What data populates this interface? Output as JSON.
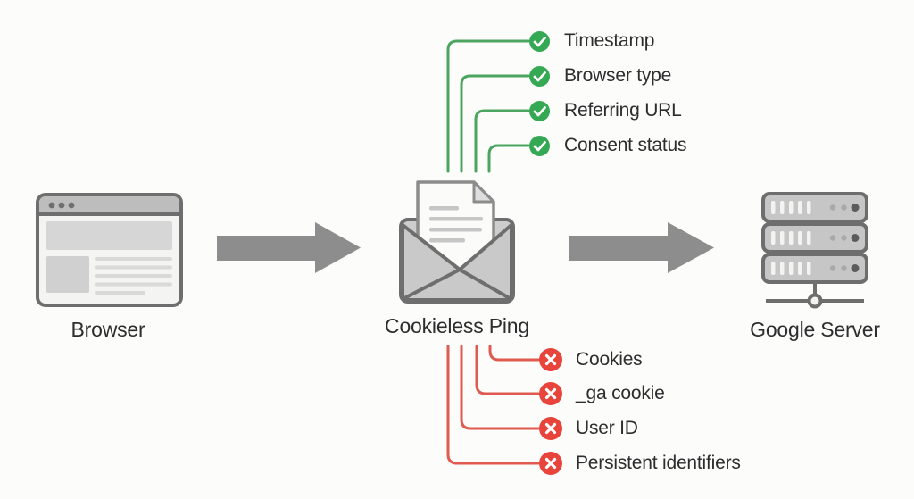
{
  "colors": {
    "background": "#fcfcfa",
    "green": "#34a853",
    "green_line": "#4ba45f",
    "red": "#e8443b",
    "red_line": "#e05a50",
    "arrow_gray": "#8d8d8d",
    "icon_gray": "#6e6e6e",
    "text": "#2d2d2f"
  },
  "nodes": {
    "browser": {
      "label": "Browser",
      "icon": "browser-window-icon"
    },
    "ping": {
      "label": "Cookieless Ping",
      "icon": "envelope-icon"
    },
    "server": {
      "label": "Google Server",
      "icon": "server-icon"
    }
  },
  "included_fields": {
    "icon": "check-icon",
    "items": [
      {
        "label": "Timestamp"
      },
      {
        "label": "Browser type"
      },
      {
        "label": "Referring URL"
      },
      {
        "label": "Consent status"
      }
    ]
  },
  "excluded_fields": {
    "icon": "cross-icon",
    "items": [
      {
        "label": "Cookies"
      },
      {
        "label": "_ga cookie"
      },
      {
        "label": "User ID"
      },
      {
        "label": "Persistent identifiers"
      }
    ]
  }
}
